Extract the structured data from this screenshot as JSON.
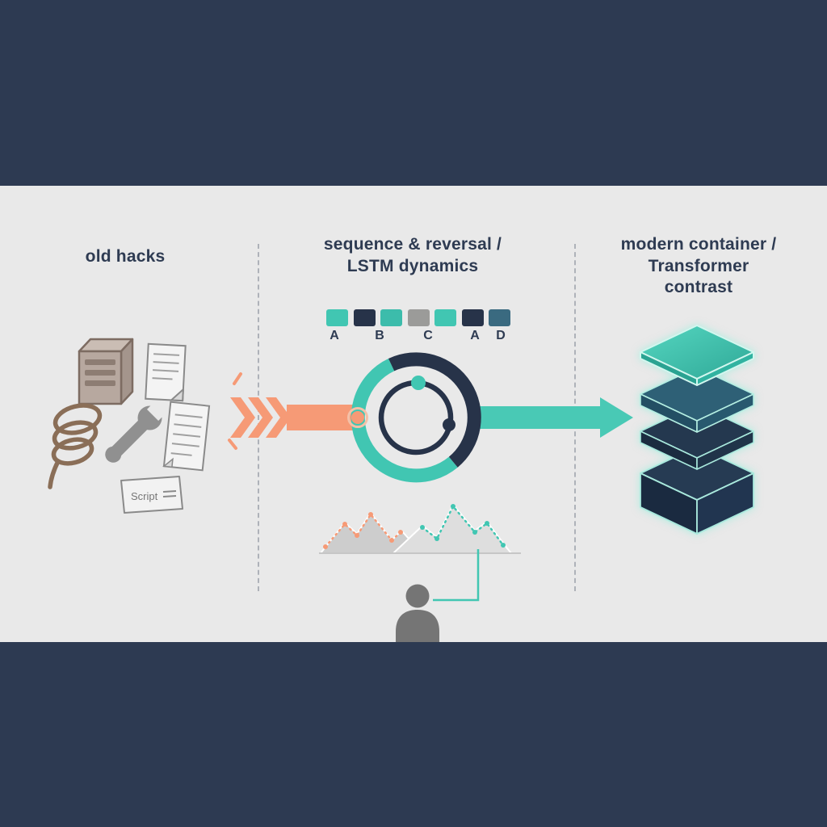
{
  "panel": {
    "left": {
      "title": "old hacks",
      "script_label": "Script"
    },
    "middle": {
      "title_line1": "sequence & reversal /",
      "title_line2": "LSTM dynamics",
      "sequence_labels": [
        "A",
        "B",
        "C",
        "A",
        "D"
      ],
      "square_colors": [
        "#41c6b2",
        "#273349",
        "#3cbcab",
        "#9b9b99",
        "#41c6b2",
        "#273349",
        "#3a6a80"
      ]
    },
    "right": {
      "title_line1": "modern container /",
      "title_line2": "Transformer",
      "title_line3": "contrast"
    }
  },
  "colors": {
    "band": "#2d3a52",
    "panel_bg": "#e9e9e9",
    "title_text": "#2e3b52",
    "teal_accent": "#41c6b2",
    "navy_accent": "#273349",
    "orange_accent": "#f69a76",
    "steel_accent": "#3a6a80",
    "gray_square": "#9b9b99",
    "silhouette_gray": "#757575"
  }
}
